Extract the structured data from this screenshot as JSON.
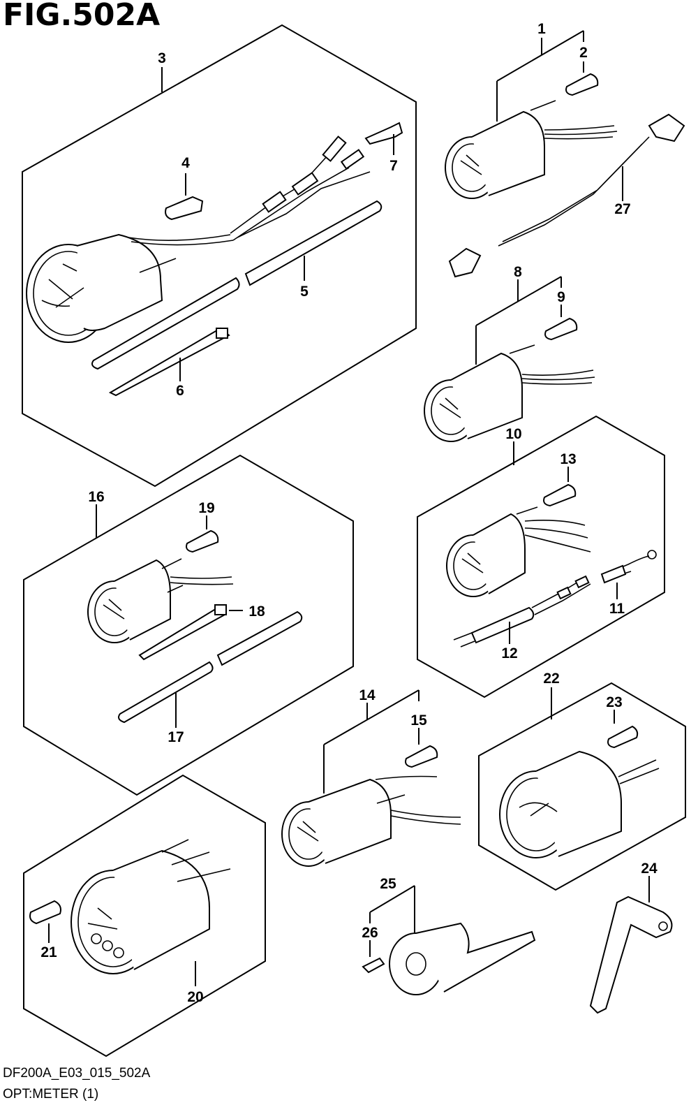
{
  "figure": {
    "title": "FIG.502A",
    "code": "DF200A_E03_015_502A",
    "caption": "OPT:METER (1)"
  },
  "callouts": [
    "1",
    "2",
    "3",
    "4",
    "5",
    "6",
    "7",
    "8",
    "9",
    "10",
    "11",
    "12",
    "13",
    "14",
    "15",
    "16",
    "17",
    "18",
    "19",
    "20",
    "21",
    "22",
    "23",
    "24",
    "25",
    "26",
    "27"
  ],
  "icons": {
    "gauge": "round-meter-gauge",
    "bulb": "indicator-bulb",
    "harness": "wire-harness",
    "tube": "protective-tube",
    "tie": "cable-tie",
    "bracket": "sender-bracket",
    "screw": "tapping-screw"
  }
}
